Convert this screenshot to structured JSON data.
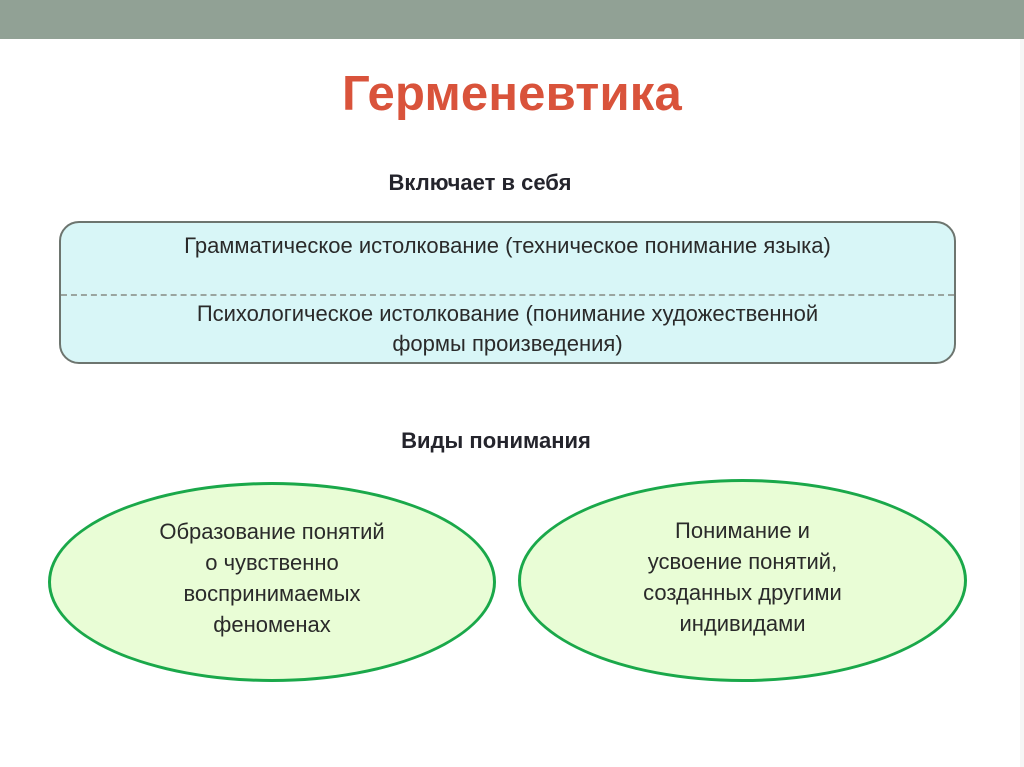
{
  "slide": {
    "title": "Герменевтика",
    "colors": {
      "top_bar": "#91a195",
      "title": "#d9533b",
      "box_fill": "#d8f6f7",
      "box_border": "#6d756f",
      "ellipse_fill": "#e9fdd6",
      "ellipse_border": "#1aa84a"
    }
  },
  "includes": {
    "heading": "Включает в себя",
    "items": [
      "Грамматическое истолкование (техническое понимание языка)",
      "Психологическое истолкование (понимание художественной\nформы произведения)"
    ]
  },
  "kinds": {
    "heading": "Виды понимания",
    "items": [
      "Образование понятий\nо чувственно\nвоспринимаемых\nфеноменах",
      "Понимание и\nусвоение понятий,\nсозданных другими\nиндивидами"
    ]
  }
}
